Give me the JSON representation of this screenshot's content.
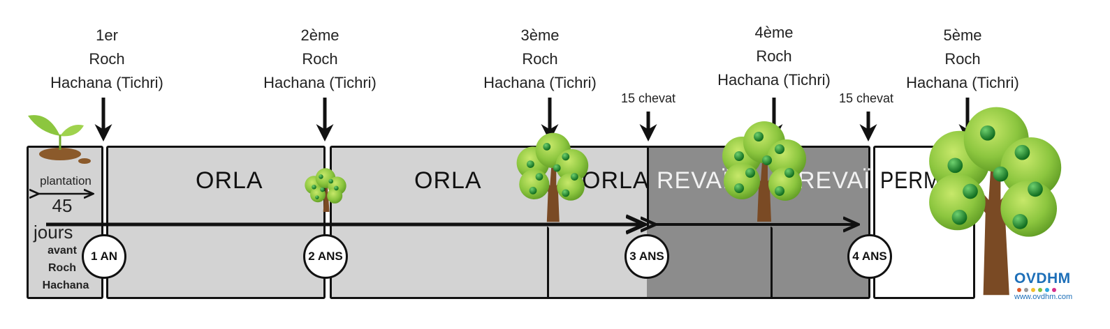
{
  "headers": [
    {
      "lines": [
        "1er",
        "Roch",
        "Hachana (Tichri)"
      ]
    },
    {
      "lines": [
        "2ème",
        "Roch",
        "Hachana (Tichri)"
      ]
    },
    {
      "lines": [
        "3ème",
        "Roch",
        "Hachana (Tichri)"
      ]
    },
    {
      "lines": [
        "4ème",
        "Roch",
        "Hachana (Tichri)"
      ]
    },
    {
      "lines": [
        "5ème",
        "Roch",
        "Hachana (Tichri)"
      ]
    }
  ],
  "chevat_labels": [
    "15 chevat",
    "15 chevat"
  ],
  "plantation": {
    "title": "plantation",
    "days": "45",
    "unit": "jours",
    "line1": "avant",
    "line2": "Roch",
    "line3": "Hachana"
  },
  "periods": [
    "ORLA",
    "ORLA",
    "ORLA",
    "REVAÏ",
    "REVAÏ",
    "PERMIS"
  ],
  "years": [
    "1 AN",
    "2 ANS",
    "3 ANS",
    "4 ANS"
  ],
  "logo": {
    "name": "OVDHM",
    "url": "www.ovdhm.com"
  },
  "colors": {
    "orla": "#d3d3d3",
    "revai": "#8c8c8c",
    "permis": "#ffffff",
    "leaf": "#8cc63f",
    "trunk": "#7a4a24"
  },
  "icons": [
    "seedling-icon",
    "tree-icon",
    "down-arrow-icon",
    "double-arrow-icon"
  ]
}
